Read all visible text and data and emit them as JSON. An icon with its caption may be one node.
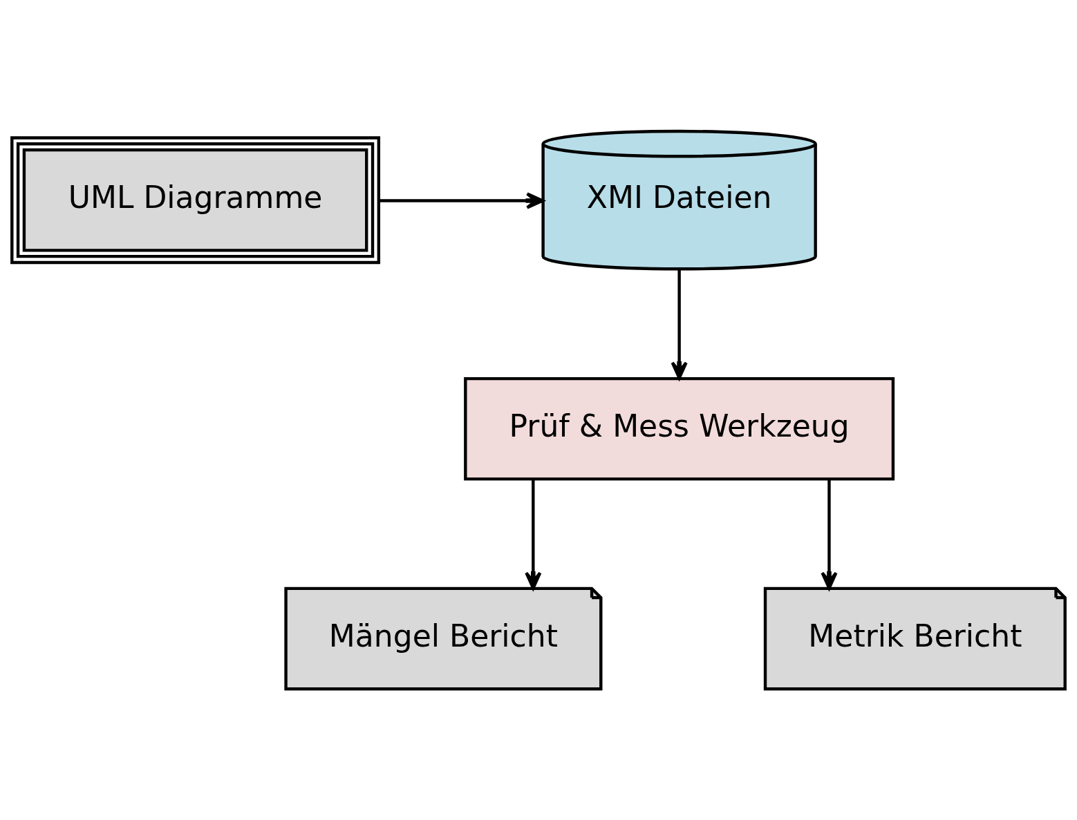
{
  "diagram": {
    "nodes": [
      {
        "text": [
          "UML Diagramme"
        ]
      },
      {
        "text": [
          "XMI Dateien"
        ]
      },
      {
        "text": [
          "Prüf & Mess Werkzeug"
        ]
      },
      {
        "text": [
          "Mängel Bericht"
        ]
      },
      {
        "text": [
          "Metrik Bericht"
        ]
      }
    ],
    "edges": [
      {
        "from": 0,
        "to": 1,
        "arrow": "to"
      },
      {
        "from": 1,
        "to": 2,
        "arrow": "to"
      },
      {
        "from": 2,
        "to": 3,
        "arrow": "to"
      },
      {
        "from": 2,
        "to": 4,
        "arrow": "to"
      }
    ]
  }
}
